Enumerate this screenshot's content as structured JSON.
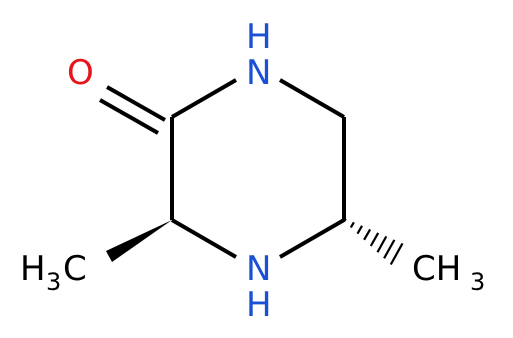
{
  "molecule": {
    "colors": {
      "bond": "#000000",
      "nitrogen": "#1a4fd6",
      "oxygen": "#e8141c",
      "carbon": "#000000"
    },
    "atoms": {
      "oxygen": "O",
      "nh_top": "N",
      "nh_top_h": "H",
      "nh_bottom": "N",
      "nh_bottom_h": "H",
      "methyl_left_main": "H",
      "methyl_left_sub": "3",
      "methyl_left_c": "C",
      "methyl_right_main": "CH",
      "methyl_right_sub": "3"
    }
  }
}
